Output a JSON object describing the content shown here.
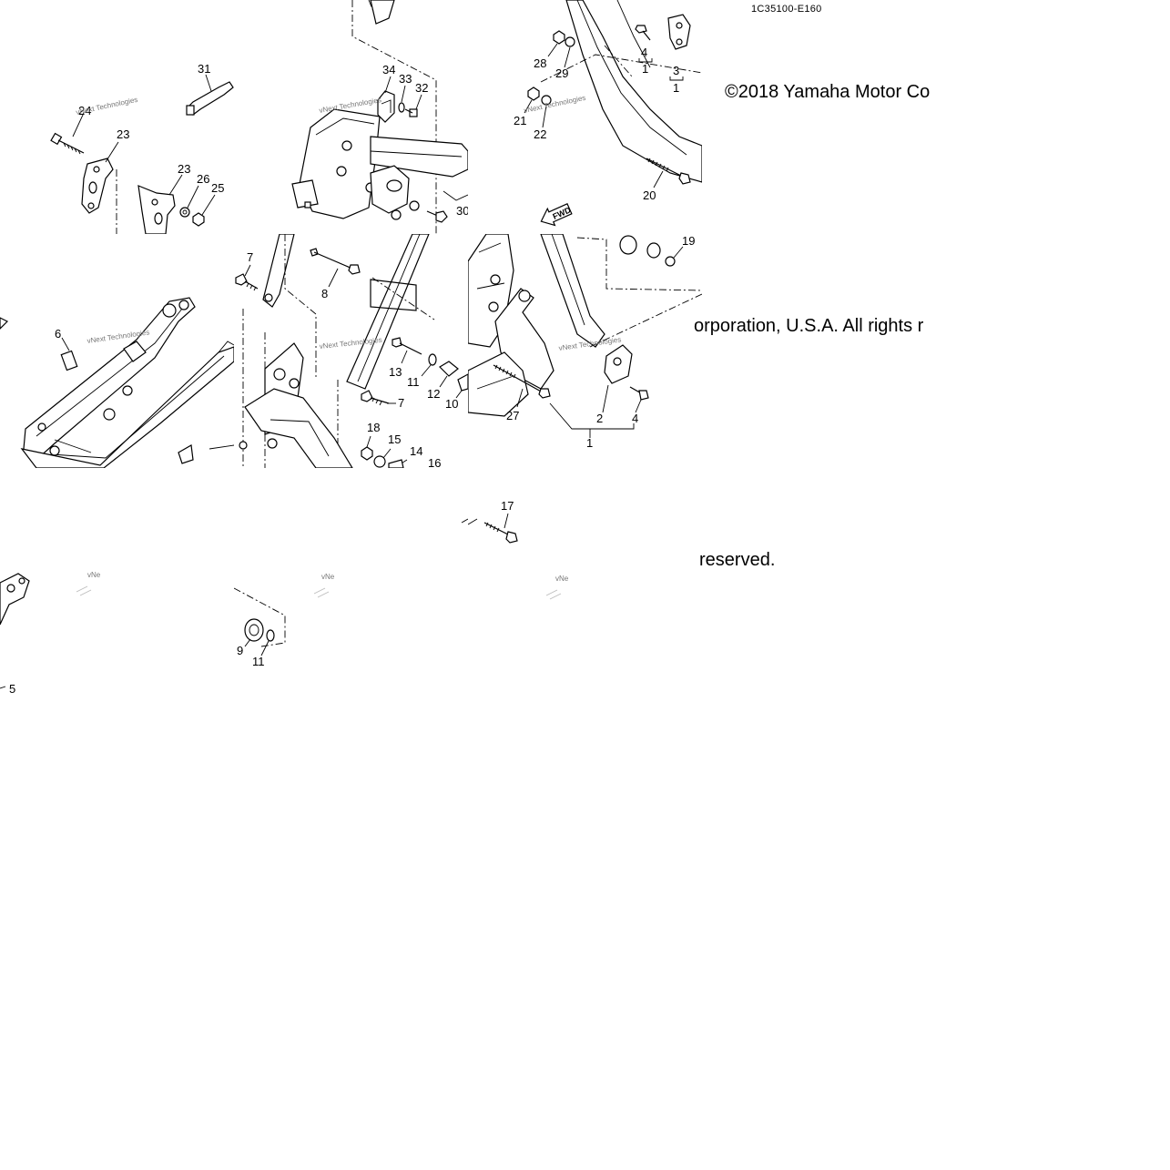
{
  "diagram": {
    "code": "1C35100-E160",
    "copyright_fragments": [
      "©2018 Yamaha Motor Co",
      "orporation, U.S.A. All rights r",
      "reserved."
    ],
    "watermark": "vNext Technologies",
    "watermark_fragment": "vNe",
    "fwd_label": "FWD",
    "callouts": {
      "c31": "31",
      "c24": "24",
      "c23a": "23",
      "c23b": "23",
      "c26": "26",
      "c25": "25",
      "c34": "34",
      "c33": "33",
      "c32": "32",
      "c30": "30",
      "c28": "28",
      "c29": "29",
      "c4a": "4",
      "c1a": "1",
      "c3": "3",
      "c1b": "1",
      "c21": "21",
      "c22": "22",
      "c20": "20",
      "c19": "19",
      "c7a": "7",
      "c8": "8",
      "c6": "6",
      "c13": "13",
      "c11a": "11",
      "c12": "12",
      "c10": "10",
      "c7b": "7",
      "c18": "18",
      "c15": "15",
      "c14": "14",
      "c16": "16",
      "c27": "27",
      "c2": "2",
      "c4b": "4",
      "c1c": "1",
      "c17": "17",
      "c9": "9",
      "c11b": "11",
      "c5": "5"
    }
  }
}
